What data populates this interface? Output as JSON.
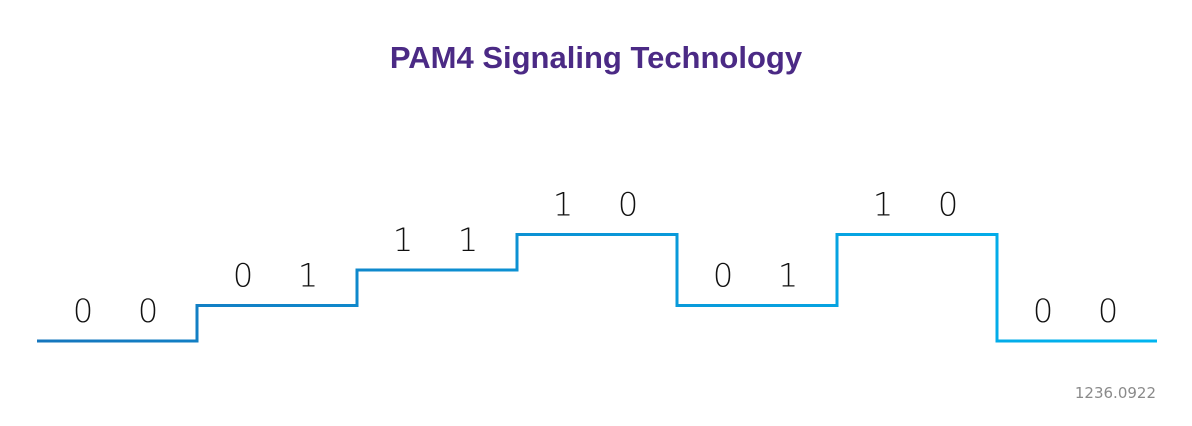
{
  "title": "PAM4 Signaling Technology",
  "figure_code": "1236.0922",
  "colors": {
    "title": "#4b2a85",
    "line_start": "#1576bd",
    "line_end": "#00b5f0",
    "digits": "#111111"
  },
  "levels": {
    "00": 0,
    "01": 1,
    "11": 2,
    "10": 3
  },
  "symbols": [
    "00",
    "01",
    "11",
    "10",
    "01",
    "10",
    "00"
  ]
}
